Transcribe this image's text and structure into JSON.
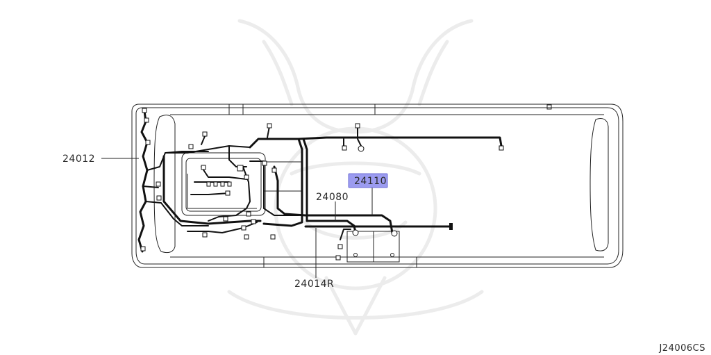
{
  "part_labels": [
    {
      "id": "24012",
      "text": "24012"
    },
    {
      "id": "24110",
      "text": "24110",
      "highlighted": true
    },
    {
      "id": "24080",
      "text": "24080"
    },
    {
      "id": "24014R",
      "text": "24014R"
    }
  ],
  "highlight_color": "#9b9bf0",
  "diagram_code": "J24006CS"
}
